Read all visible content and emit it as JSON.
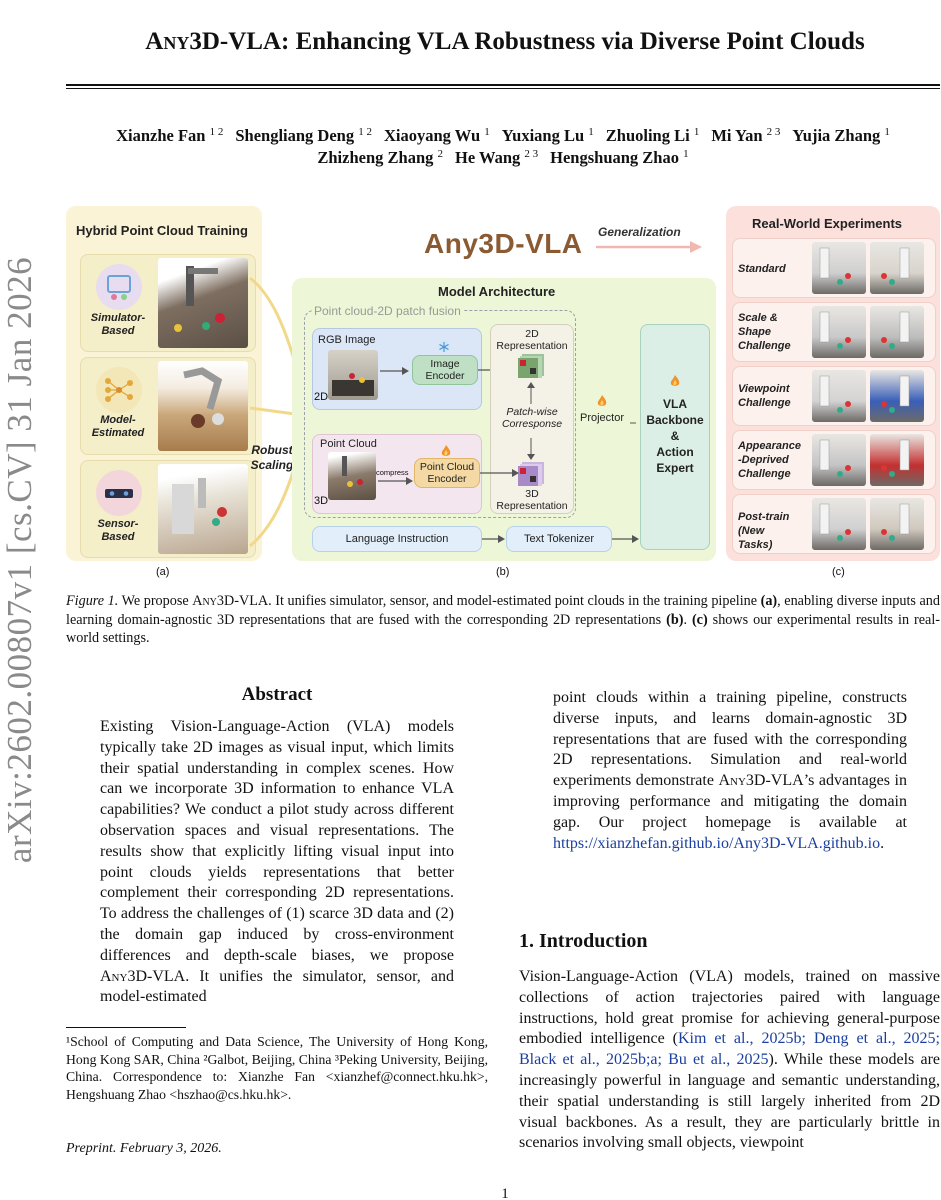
{
  "arxiv_id": "arXiv:2602.00807v1  [cs.CV]  31 Jan 2026",
  "title": "Any3D-VLA: Enhancing VLA Robustness via Diverse Point Clouds",
  "title_sc": "Any3D-VLA",
  "title_rest": ": Enhancing VLA Robustness via Diverse Point Clouds",
  "authors_line1": [
    {
      "name": "Xianzhe Fan",
      "aff": "1 2"
    },
    {
      "name": "Shengliang Deng",
      "aff": "1 2"
    },
    {
      "name": "Xiaoyang Wu",
      "aff": "1"
    },
    {
      "name": "Yuxiang Lu",
      "aff": "1"
    },
    {
      "name": "Zhuoling Li",
      "aff": "1"
    },
    {
      "name": "Mi Yan",
      "aff": "2 3"
    },
    {
      "name": "Yujia Zhang",
      "aff": "1"
    }
  ],
  "authors_line2": [
    {
      "name": "Zhizheng Zhang",
      "aff": "2"
    },
    {
      "name": "He Wang",
      "aff": "2 3"
    },
    {
      "name": "Hengshuang Zhao",
      "aff": "1"
    }
  ],
  "figure": {
    "panel_a": {
      "title": "Hybrid Point Cloud Training",
      "sources": [
        "Simulator-\nBased",
        "Model-\nEstimated",
        "Sensor-\nBased"
      ],
      "robust_scaling": "Robust\nScaling",
      "label": "(a)"
    },
    "logo": "Any3D-VLA",
    "generalization": "Generalization",
    "panel_b": {
      "title": "Model Architecture",
      "fusion": "Point cloud-2D patch fusion",
      "rgb": "RGB Image",
      "dim2": "2D",
      "image_encoder": "Image\nEncoder",
      "rep2d": "2D\nRepresentation",
      "patchwise": "Patch-wise\nCorresponse",
      "pointcloud": "Point Cloud",
      "dim3": "3D",
      "compress": "compress",
      "pc_encoder": "Point Cloud\nEncoder",
      "rep3d": "3D\nRepresentation",
      "projector": "Projector",
      "backbone": "VLA\nBackbone\n&\nAction\nExpert",
      "language": "Language Instruction",
      "tokenizer": "Text Tokenizer",
      "label": "(b)"
    },
    "panel_c": {
      "title": "Real-World Experiments",
      "rows": [
        "Standard",
        "Scale &\nShape\nChallenge",
        "Viewpoint\nChallenge",
        "Appearance\n-Deprived\nChallenge",
        "Post-train\n(New Tasks)"
      ],
      "label": "(c)"
    }
  },
  "figure_caption": {
    "label": "Figure 1.",
    "t1": " We propose ",
    "sc": "Any3D-VLA",
    "t2": ". It unifies simulator, sensor, and model-estimated point clouds in the training pipeline ",
    "a": "(a)",
    "t3": ", enabling diverse inputs and learning domain-agnostic 3D representations that are fused with the corresponding 2D representations ",
    "b": "(b)",
    "t4": ". ",
    "c": "(c)",
    "t5": " shows our experimental results in real-world settings."
  },
  "abstract": {
    "heading": "Abstract",
    "p1": "Existing Vision-Language-Action (VLA) models typically take 2D images as visual input, which limits their spatial understanding in complex scenes. How can we incorporate 3D information to enhance VLA capabilities? We conduct a pilot study across different observation spaces and visual representations. The results show that explicitly lifting visual input into point clouds yields representations that better complement their corresponding 2D representations. To address the challenges of (1) scarce 3D data and (2) the domain gap induced by cross-environment differences and depth-scale biases, we propose ",
    "sc1": "Any3D-VLA",
    "p2": ". It unifies the simulator, sensor, and model-estimated",
    "r1": "point clouds within a training pipeline, constructs diverse inputs, and learns domain-agnostic 3D representations that are fused with the corresponding 2D representations. Simulation and real-world experiments demonstrate ",
    "sc2": "Any3D-VLA",
    "r2": "’s advantages in improving performance and mitigating the domain gap. Our project homepage is available at ",
    "link": "https://xianzhefan.github.io/Any3D-VLA.github.io",
    "r3": "."
  },
  "intro": {
    "heading": "1. Introduction",
    "t1": "Vision-Language-Action (VLA) models, trained on massive collections of action trajectories paired with language instructions, hold great promise for achieving general-purpose embodied intelligence (",
    "c1": "Kim et al., 2025b; Deng et al., 2025; Black et al., 2025b;a; Bu et al., 2025",
    "t2": "). While these models are increasingly powerful in language and semantic understanding, their spatial understanding is still largely inherited from 2D visual backbones. As a result, they are particularly brittle in scenarios involving small objects, viewpoint"
  },
  "footnote": "¹School of Computing and Data Science, The University of Hong Kong, Hong Kong SAR, China ²Galbot, Beijing, China ³Peking University, Beijing, China. Correspondence to: Xianzhe Fan <xianzhef@connect.hku.hk>, Hengshuang Zhao <hszhao@cs.hku.hk>.",
  "preprint": "Preprint. February 3, 2026.",
  "page_number": "1"
}
